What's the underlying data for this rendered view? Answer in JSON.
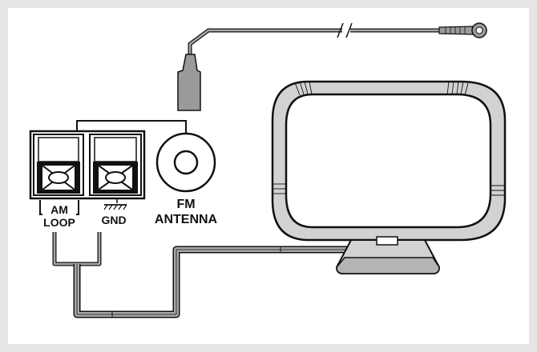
{
  "diagram": {
    "labels": {
      "am_line1": "AM",
      "am_line2": "LOOP",
      "gnd": "GND",
      "fm_line1": "FM",
      "fm_line2": "ANTENNA"
    },
    "colors": {
      "background": "#e6e6e6",
      "panel": "#ffffff",
      "line": "#111111",
      "cable": "#a8a8a8",
      "antenna_body": "#d2d2d2",
      "connector": "#9a9a9a"
    },
    "icons": {
      "terminal": "screw-terminal-icon",
      "ground": "ground-symbol-icon",
      "fm_jack": "coaxial-jack-icon",
      "loop": "am-loop-antenna-icon"
    }
  }
}
